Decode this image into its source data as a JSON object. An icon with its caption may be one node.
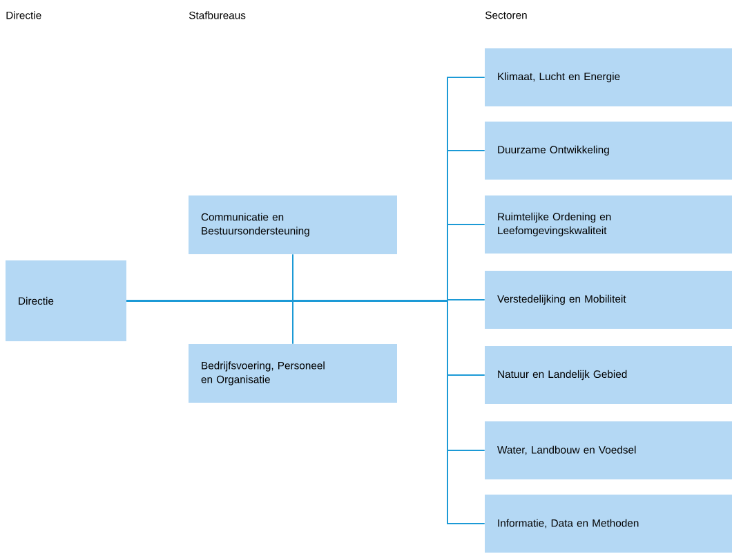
{
  "diagram": {
    "nodes": [
      {
        "text": [
          "Directie"
        ]
      },
      {
        "text": [
          "Communicatie en Bestuursondersteuning"
        ]
      },
      {
        "text": [
          "Bedrijfsvoering, Personeel en Organisatie"
        ]
      },
      {
        "text": [
          "Klimaat, Lucht en Energie"
        ]
      },
      {
        "text": [
          "Duurzame Ontwikkeling"
        ]
      },
      {
        "text": [
          "Ruimtelijke Ordening en Leefomgevingskwaliteit"
        ]
      },
      {
        "text": [
          "Verstedelijking en Mobiliteit"
        ]
      },
      {
        "text": [
          "Natuur en Landelijk Gebied"
        ]
      },
      {
        "text": [
          "Water, Landbouw en Voedsel"
        ]
      },
      {
        "text": [
          "Informatie, Data en Methoden"
        ]
      }
    ],
    "edges": [
      {
        "from": 0,
        "to": 1,
        "arrow": "none"
      },
      {
        "from": 0,
        "to": 2,
        "arrow": "none"
      },
      {
        "from": 0,
        "to": 3,
        "arrow": "none"
      },
      {
        "from": 0,
        "to": 4,
        "arrow": "none"
      },
      {
        "from": 0,
        "to": 5,
        "arrow": "none"
      },
      {
        "from": 0,
        "to": 6,
        "arrow": "none"
      },
      {
        "from": 0,
        "to": 7,
        "arrow": "none"
      },
      {
        "from": 0,
        "to": 8,
        "arrow": "none"
      },
      {
        "from": 0,
        "to": 9,
        "arrow": "none"
      }
    ],
    "labels": [
      "Directie",
      "Stafbureaus",
      "Sectoren"
    ]
  }
}
